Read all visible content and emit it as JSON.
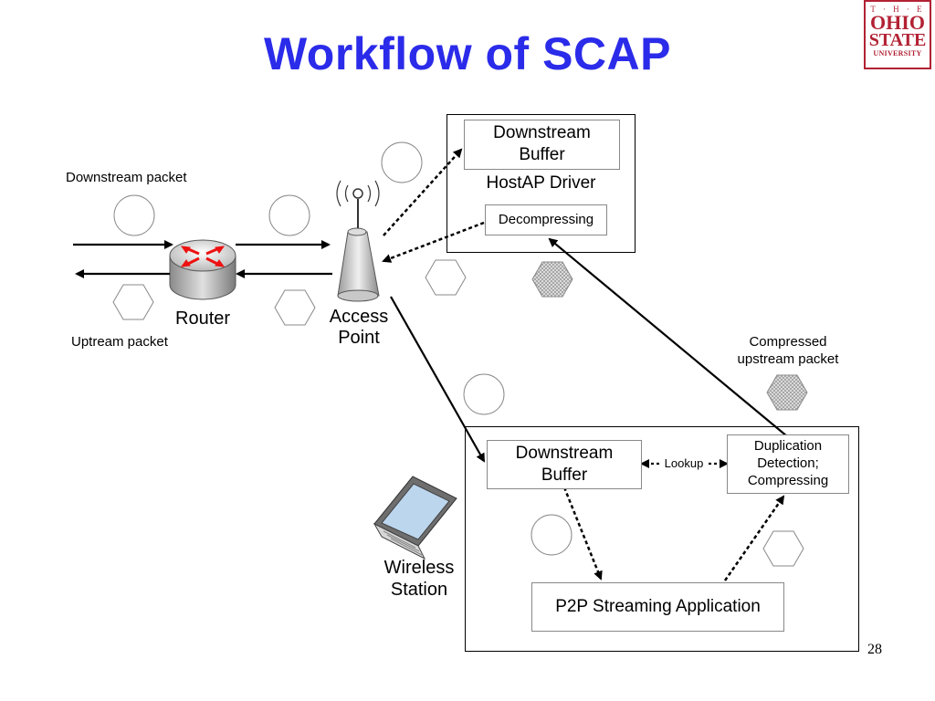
{
  "slide": {
    "title": "Workflow of SCAP",
    "page_number": "28"
  },
  "logo": {
    "line1": "T · H · E",
    "line2": "OHIO",
    "line3": "STATE",
    "line4": "UNIVERSITY"
  },
  "labels": {
    "downstream_packet": "Downstream packet",
    "upstream_packet": "Uptream packet",
    "router": "Router",
    "access_point_line1": "Access",
    "access_point_line2": "Point",
    "wireless_station_line1": "Wireless",
    "wireless_station_line2": "Station",
    "compressed_line1": "Compressed",
    "compressed_line2": "upstream packet",
    "lookup": "Lookup"
  },
  "hostap_box": {
    "buffer_line1": "Downstream",
    "buffer_line2": "Buffer",
    "driver": "HostAP Driver",
    "decompressing": "Decompressing"
  },
  "station_box": {
    "buffer_line1": "Downstream",
    "buffer_line2": "Buffer",
    "dup_line1": "Duplication",
    "dup_line2": "Detection;",
    "dup_line3": "Compressing",
    "app": "P2P Streaming Application"
  }
}
